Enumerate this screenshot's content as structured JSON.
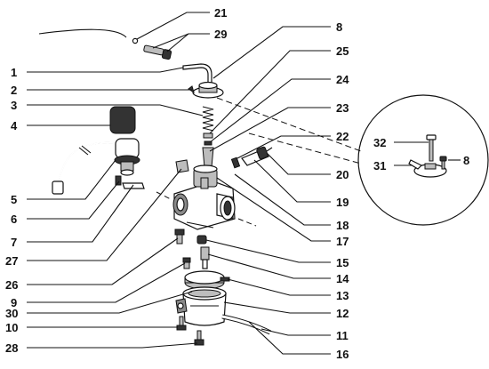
{
  "figure": {
    "labels": [
      "21",
      "29",
      "8",
      "25",
      "24",
      "23",
      "22",
      "20",
      "19",
      "18",
      "17",
      "15",
      "14",
      "13",
      "12",
      "11",
      "16",
      "1",
      "2",
      "3",
      "4",
      "5",
      "6",
      "7",
      "27",
      "26",
      "9",
      "30",
      "10",
      "28",
      "32",
      "31",
      "8"
    ]
  }
}
